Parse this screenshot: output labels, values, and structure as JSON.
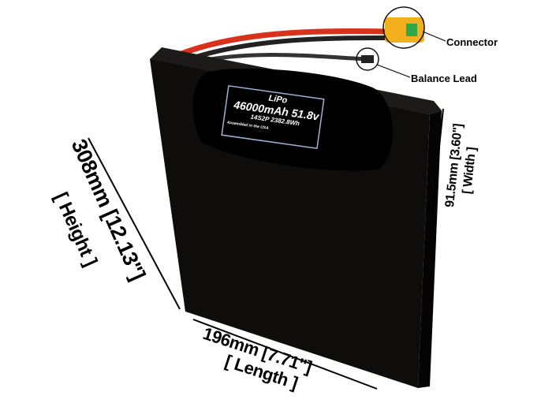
{
  "callouts": {
    "connector": "Connector",
    "balance_lead": "Balance Lead"
  },
  "battery_label": {
    "chemistry": "LiPo",
    "capacity_voltage": "46000mAh 51.8v",
    "config_energy": "14S2P 2382.8Wh",
    "origin": "Assembled in the USA"
  },
  "dimensions": {
    "width": "91.5mm [3.60\"]",
    "width_label": "[ Width ]",
    "height": "308mm [12.13\"]",
    "height_label": "[ Height ]",
    "length": "196mm [7.71\"]",
    "length_label": "[ Length ]"
  },
  "colors": {
    "battery_body": "#0d0b0b",
    "connector": "#f2b01e",
    "wire_red": "#d8321c",
    "label_border": "#9fb3d8"
  }
}
